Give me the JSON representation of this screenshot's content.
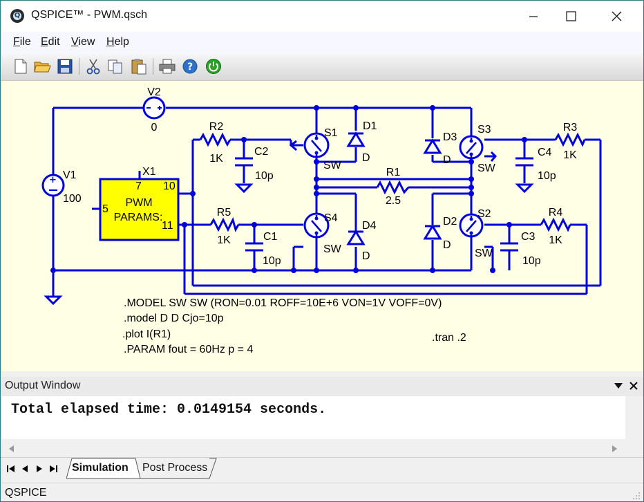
{
  "window": {
    "title": "QSPICE™ - PWM.qsch",
    "app_icon_letter": "Q"
  },
  "menu": [
    {
      "label": "File",
      "mnemonic": "F",
      "rest": "ile"
    },
    {
      "label": "Edit",
      "mnemonic": "E",
      "rest": "dit"
    },
    {
      "label": "View",
      "mnemonic": "V",
      "rest": "iew"
    },
    {
      "label": "Help",
      "mnemonic": "H",
      "rest": "elp"
    }
  ],
  "toolbar": {
    "icons": [
      "new-file-icon",
      "open-folder-icon",
      "save-icon",
      "cut-icon",
      "copy-icon",
      "paste-icon",
      "print-icon",
      "help-icon",
      "power-icon"
    ]
  },
  "schematic": {
    "components": {
      "V1": {
        "name": "V1",
        "value": "100"
      },
      "V2": {
        "name": "V2",
        "value": "0"
      },
      "X1": {
        "name": "X1",
        "label1": "PWM",
        "label2": "PARAMS:",
        "pin_5": "5",
        "pin_7": "7",
        "pin_10": "10",
        "pin_11": "11"
      },
      "R1": {
        "name": "R1",
        "value": "2.5"
      },
      "R2": {
        "name": "R2",
        "value": "1K"
      },
      "R3": {
        "name": "R3",
        "value": "1K"
      },
      "R4": {
        "name": "R4",
        "value": "1K"
      },
      "R5": {
        "name": "R5",
        "value": "1K"
      },
      "C1": {
        "name": "C1",
        "value": "10p"
      },
      "C2": {
        "name": "C2",
        "value": "10p"
      },
      "C3": {
        "name": "C3",
        "value": "10p"
      },
      "C4": {
        "name": "C4",
        "value": "10p"
      },
      "S1": {
        "name": "S1",
        "value": "SW"
      },
      "S2": {
        "name": "S2",
        "value": "SW"
      },
      "S3": {
        "name": "S3",
        "value": "SW"
      },
      "S4": {
        "name": "S4",
        "value": "SW"
      },
      "D1": {
        "name": "D1",
        "value": "D"
      },
      "D2": {
        "name": "D2",
        "value": "D"
      },
      "D3": {
        "name": "D3",
        "value": "D"
      },
      "D4": {
        "name": "D4",
        "value": "D"
      }
    },
    "directives": [
      ".MODEL SW SW (RON=0.01 ROFF=10E+6 VON=1V VOFF=0V)",
      ".model D D Cjo=10p",
      ".plot I(R1)",
      ".PARAM fout = 60Hz p = 4"
    ],
    "tran": ".tran .2",
    "colors": {
      "wire": "#0000dd",
      "background": "#ffffe5",
      "subckt_fill": "#ffff00"
    }
  },
  "output_window": {
    "title": "Output Window",
    "text": "Total elapsed time: 0.0149154 seconds."
  },
  "tabs": [
    {
      "label": "Simulation",
      "active": true
    },
    {
      "label": "Post Process",
      "active": false
    }
  ],
  "status": {
    "text": "QSPICE"
  }
}
